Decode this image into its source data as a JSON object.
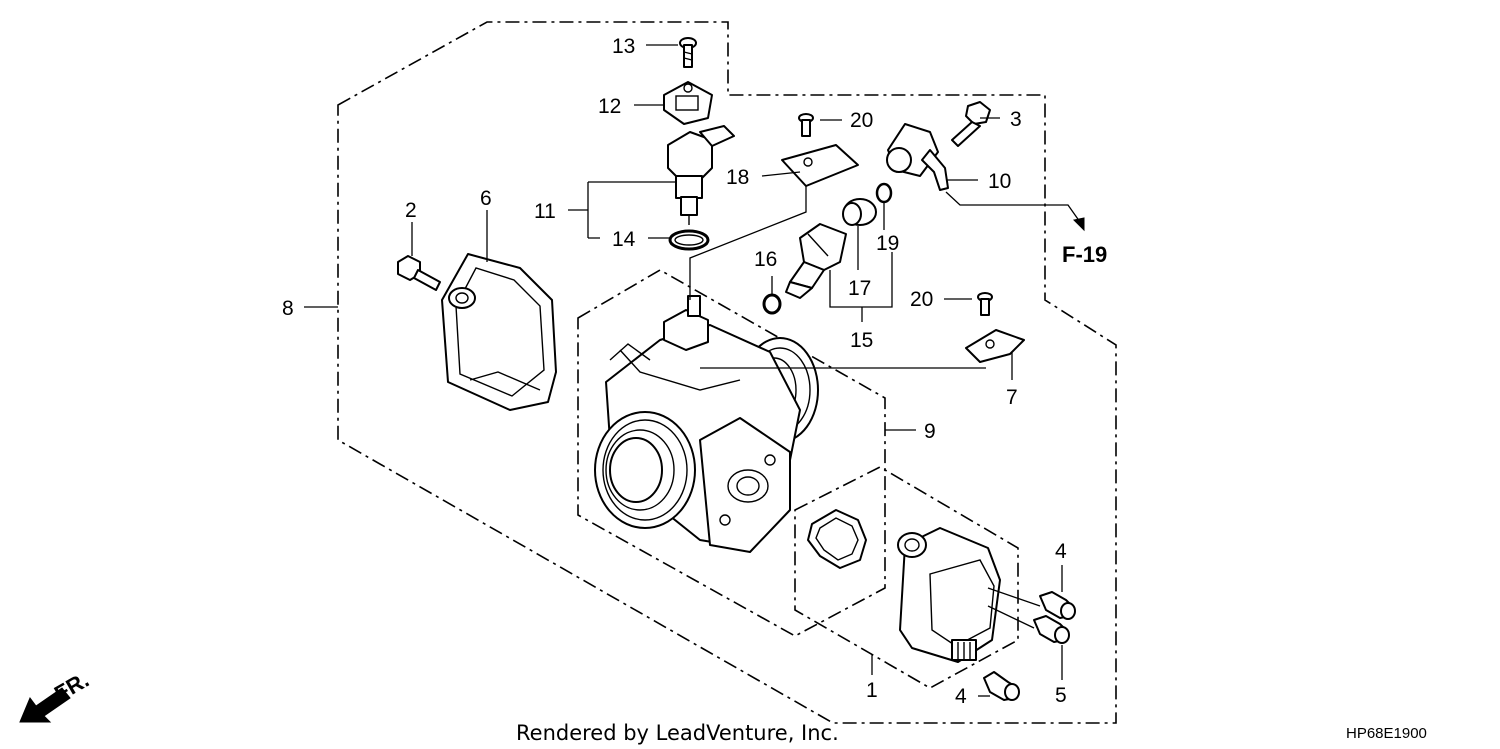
{
  "labels": {
    "p1": "1",
    "p2": "2",
    "p3": "3",
    "p4a": "4",
    "p4b": "4",
    "p5": "5",
    "p6": "6",
    "p7": "7",
    "p8": "8",
    "p9": "9",
    "p10": "10",
    "p11": "11",
    "p12": "12",
    "p13": "13",
    "p14": "14",
    "p15": "15",
    "p16": "16",
    "p17": "17",
    "p18": "18",
    "p19": "19",
    "p20a": "20",
    "p20b": "20"
  },
  "reference": "F-19",
  "direction": "FR.",
  "footer": "Rendered by LeadVenture, Inc.",
  "diagram_code": "HP68E1900"
}
